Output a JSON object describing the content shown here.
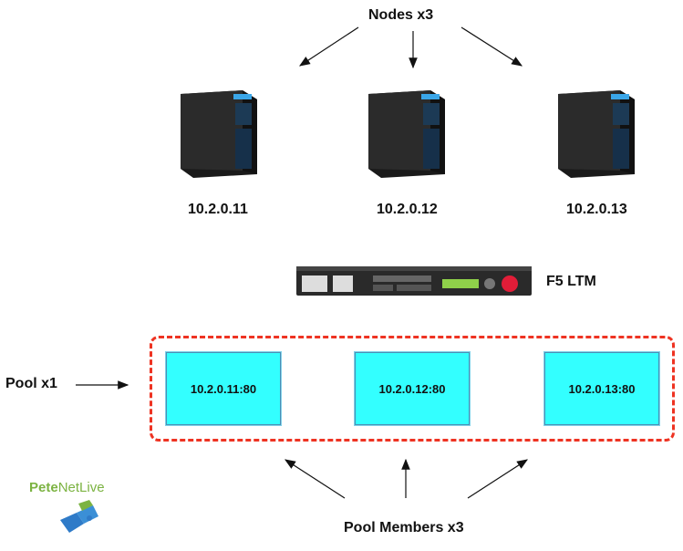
{
  "labels": {
    "nodes": "Nodes x3",
    "f5": "F5 LTM",
    "pool": "Pool x1",
    "pool_members": "Pool Members x3"
  },
  "nodes": [
    {
      "ip": "10.2.0.11"
    },
    {
      "ip": "10.2.0.12"
    },
    {
      "ip": "10.2.0.13"
    }
  ],
  "members": [
    {
      "address": "10.2.0.11:80"
    },
    {
      "address": "10.2.0.12:80"
    },
    {
      "address": "10.2.0.13:80"
    }
  ],
  "logo": {
    "part1": "Pete",
    "part2": "NetLive"
  },
  "colors": {
    "pool_border": "#ee3322",
    "member_fill": "#33ffff",
    "logo_green": "#7cb342"
  }
}
